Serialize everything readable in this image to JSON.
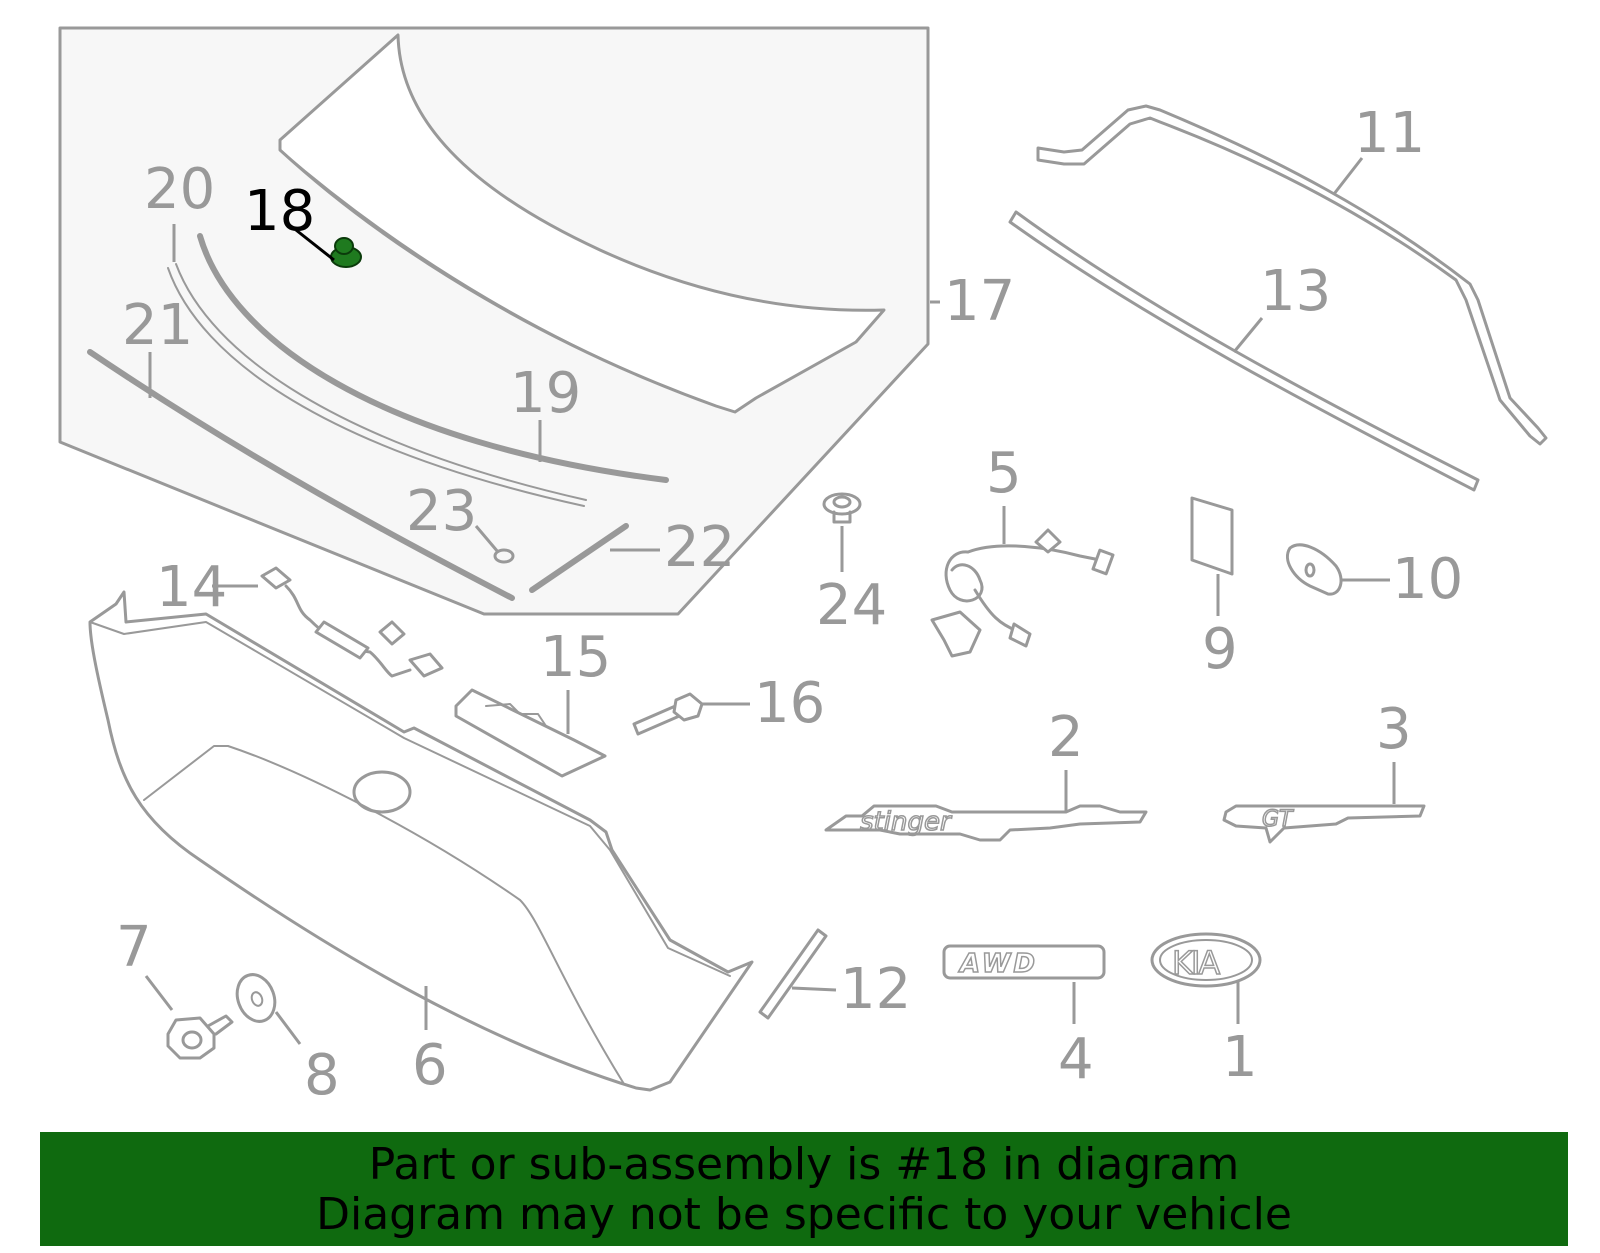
{
  "diagram": {
    "highlighted_callout": "18",
    "colors": {
      "line": "#999999",
      "panel_background": "#f7f7f7",
      "highlight_part": "#1f7a1f",
      "highlight_label": "#000000",
      "banner_background": "#0f6a0f",
      "banner_text": "#000000"
    },
    "callouts": [
      {
        "id": "c18",
        "label": "18",
        "highlight": true
      },
      {
        "id": "c20",
        "label": "20"
      },
      {
        "id": "c21",
        "label": "21"
      },
      {
        "id": "c19",
        "label": "19"
      },
      {
        "id": "c23",
        "label": "23"
      },
      {
        "id": "c22",
        "label": "22"
      },
      {
        "id": "c17",
        "label": "17"
      },
      {
        "id": "c11",
        "label": "11"
      },
      {
        "id": "c13",
        "label": "13"
      },
      {
        "id": "c5",
        "label": "5"
      },
      {
        "id": "c24",
        "label": "24"
      },
      {
        "id": "c9",
        "label": "9"
      },
      {
        "id": "c10",
        "label": "10"
      },
      {
        "id": "c14",
        "label": "14"
      },
      {
        "id": "c15",
        "label": "15"
      },
      {
        "id": "c16",
        "label": "16"
      },
      {
        "id": "c2",
        "label": "2"
      },
      {
        "id": "c3",
        "label": "3"
      },
      {
        "id": "c7",
        "label": "7"
      },
      {
        "id": "c8",
        "label": "8"
      },
      {
        "id": "c6",
        "label": "6"
      },
      {
        "id": "c12",
        "label": "12"
      },
      {
        "id": "c4",
        "label": "4"
      },
      {
        "id": "c1",
        "label": "1"
      }
    ],
    "emblems": {
      "model_script": "stinger",
      "trim_badge": "GT",
      "drive_badge": "AWD",
      "brand_badge": "KIA"
    }
  },
  "banner": {
    "line1": "Part or sub-assembly is #18 in diagram",
    "line2": "Diagram may not be specific to your vehicle"
  }
}
